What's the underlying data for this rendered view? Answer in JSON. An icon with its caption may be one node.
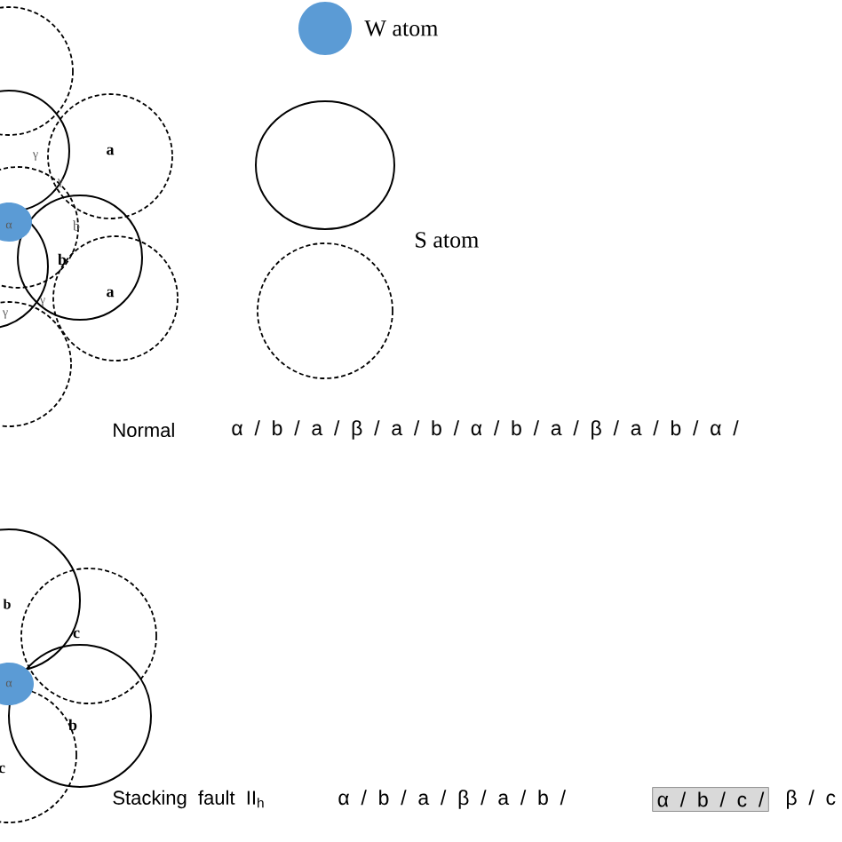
{
  "diagram": {
    "nodes": [
      {
        "text": [
          "α / b / c /"
        ]
      }
    ],
    "labels": [
      "a",
      "γ",
      "γ",
      "α",
      "b",
      "b",
      "γ",
      "a",
      "γ",
      "Normal",
      "α / b / a / β / a / b / α / b / a / β / a / b / α /",
      "b",
      "c",
      "α",
      "b",
      "c",
      "Stacking fault II$_{h}$",
      "α / b / a / β / a / b /",
      "β / c"
    ],
    "legend": [
      {
        "text": "W atom",
        "color": "#5b9bd5"
      },
      {
        "text": "S atom"
      }
    ]
  }
}
